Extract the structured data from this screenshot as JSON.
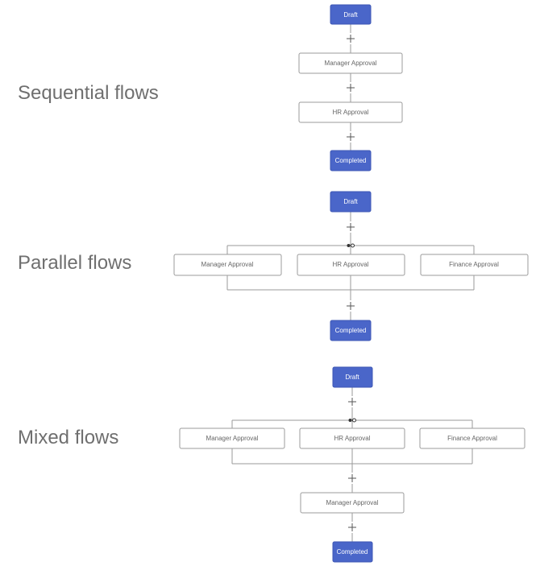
{
  "sections": {
    "sequential": {
      "title": "Sequential flows",
      "draft": "Draft",
      "steps": [
        "Manager Approval",
        "HR Approval"
      ],
      "completed": "Completed"
    },
    "parallel": {
      "title": "Parallel flows",
      "draft": "Draft",
      "branches": [
        "Manager Approval",
        "HR Approval",
        "Finance Approval"
      ],
      "completed": "Completed"
    },
    "mixed": {
      "title": "Mixed flows",
      "draft": "Draft",
      "branches": [
        "Manager Approval",
        "HR Approval",
        "Finance Approval"
      ],
      "after": "Manager Approval",
      "completed": "Completed"
    }
  },
  "colors": {
    "accent": "#4a66c9",
    "title_text": "#6f6f6f",
    "connector": "#9a9a9a"
  },
  "icons": {
    "add_step": "plus-icon",
    "branch_junction": "junction-icon"
  }
}
